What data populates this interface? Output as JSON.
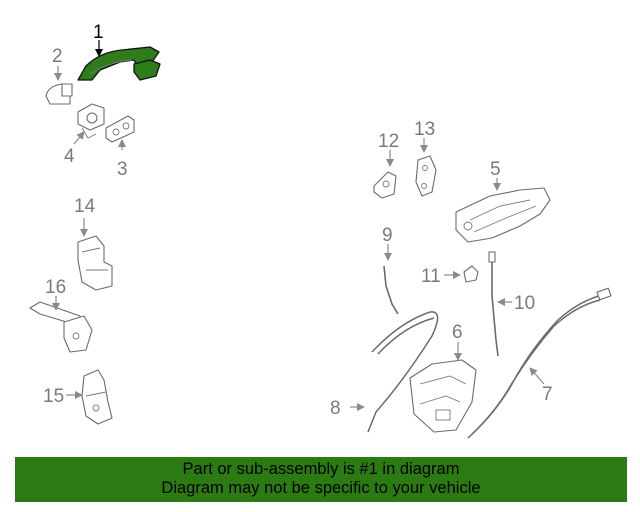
{
  "callouts": {
    "c1": "1",
    "c2": "2",
    "c3": "3",
    "c4": "4",
    "c5": "5",
    "c6": "6",
    "c7": "7",
    "c8": "8",
    "c9": "9",
    "c10": "10",
    "c11": "11",
    "c12": "12",
    "c13": "13",
    "c14": "14",
    "c15": "15",
    "c16": "16"
  },
  "highlight_color": "#2c7a12",
  "banner": {
    "line1": "Part or sub-assembly is #1 in diagram",
    "line2": "Diagram may not be specific to your vehicle"
  }
}
